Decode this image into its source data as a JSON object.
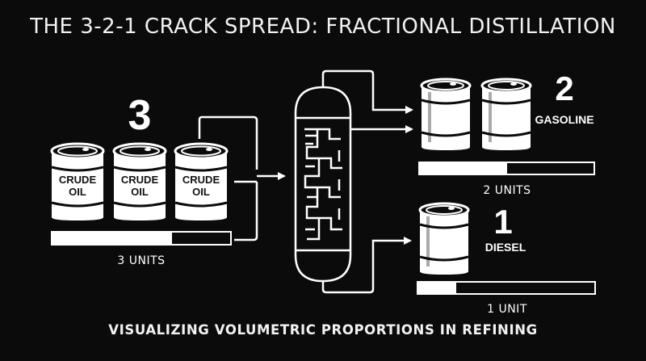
{
  "title": "THE 3-2-1 CRACK SPREAD: FRACTIONAL DISTILLATION",
  "subtitle": "VISUALIZING VOLUMETRIC PROPORTIONS IN REFINING",
  "crude": {
    "count": "3",
    "barrel_label_line1": "CRUDE",
    "barrel_label_line2": "OIL",
    "units_label": "3 UNITS",
    "fill_fraction": 0.67
  },
  "gasoline": {
    "count": "2",
    "label": "GASOLINE",
    "units_label": "2 UNITS",
    "fill_fraction": 0.5
  },
  "diesel": {
    "count": "1",
    "label": "DIESEL",
    "units_label": "1 UNIT",
    "fill_fraction": 0.22
  },
  "colors": {
    "background": "#0b0b0b",
    "foreground": "#ffffff"
  }
}
